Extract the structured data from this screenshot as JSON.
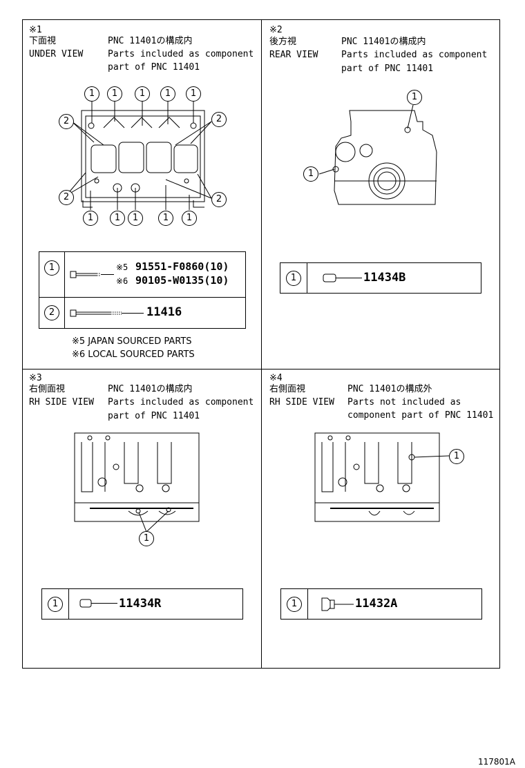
{
  "panels": [
    {
      "mark": "※1",
      "view_jp": "下面視",
      "view_en": "UNDER VIEW",
      "desc": [
        "PNC 11401の構成内",
        "Parts included as component",
        "part of PNC 11401"
      ],
      "parts": [
        {
          "callout": "1",
          "lines": [
            {
              "note_mark": "※5",
              "number": "91551-F0860(10)"
            },
            {
              "note_mark": "※6",
              "number": "90105-W0135(10)"
            }
          ]
        },
        {
          "callout": "2",
          "number": "11416"
        }
      ],
      "notes": [
        "※5 JAPAN SOURCED PARTS",
        "※6 LOCAL SOURCED PARTS"
      ]
    },
    {
      "mark": "※2",
      "view_jp": "後方視",
      "view_en": "REAR VIEW",
      "desc": [
        "PNC 11401の構成内",
        "Parts included as component",
        "part of PNC 11401"
      ],
      "parts": [
        {
          "callout": "1",
          "number": "11434B"
        }
      ]
    },
    {
      "mark": "※3",
      "view_jp": "右側面視",
      "view_en": "RH SIDE VIEW",
      "desc": [
        "PNC 11401の構成内",
        "Parts included as component",
        "part of PNC 11401"
      ],
      "parts": [
        {
          "callout": "1",
          "number": "11434R"
        }
      ]
    },
    {
      "mark": "※4",
      "view_jp": "右側面視",
      "view_en": "RH SIDE VIEW",
      "desc": [
        "PNC 11401の構成外",
        "Parts not included as",
        "component part of PNC 11401"
      ],
      "parts": [
        {
          "callout": "1",
          "number": "11432A"
        }
      ]
    }
  ],
  "callouts": {
    "one": "1",
    "two": "2"
  },
  "figure_id": "117801A"
}
